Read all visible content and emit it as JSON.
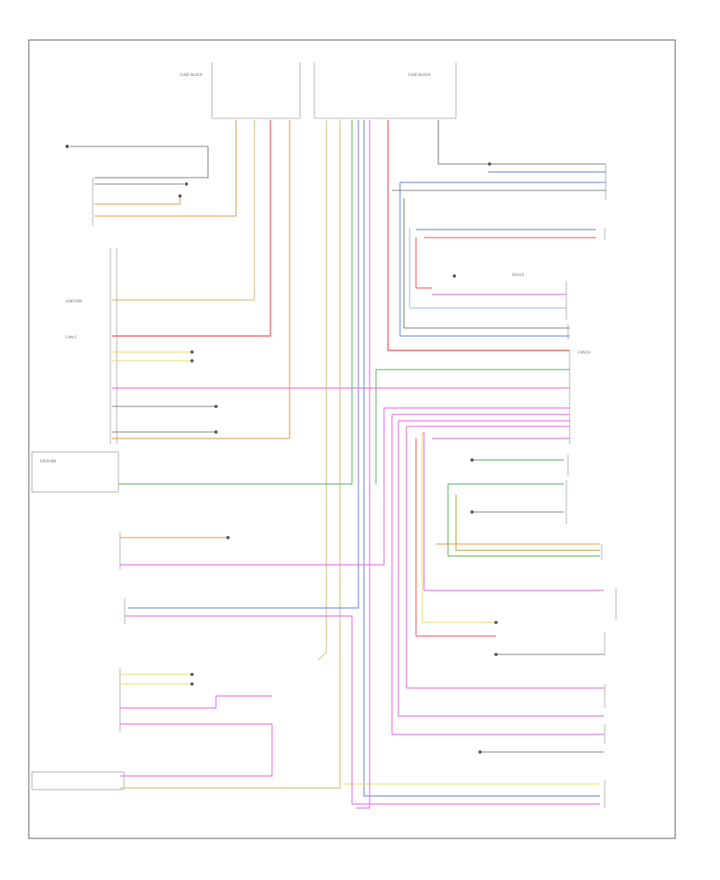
{
  "colors": {
    "orange": "#f2a25a",
    "red": "#f06060",
    "pink": "#e870e0",
    "green": "#66bb66",
    "blue": "#6f8de8",
    "tan": "#d2c27a",
    "yellow": "#e6e070",
    "gray": "#777777",
    "lightblue": "#8fc8f0",
    "olive": "#b0b040"
  },
  "labels": {
    "fuse_block_header": "FUSE BLOCK",
    "can_c_label": "CAN C",
    "can_ih_label": "CAN IH",
    "ignition_label": "IGNITION",
    "ground_label": "GROUND",
    "splice_label": "SPLICE"
  }
}
